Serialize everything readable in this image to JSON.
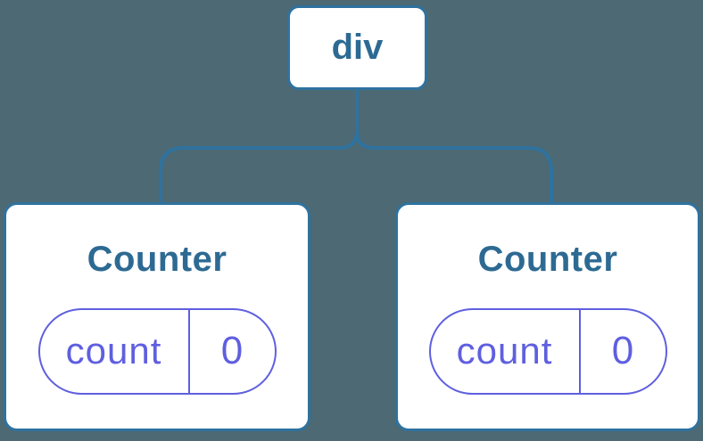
{
  "colors": {
    "background": "#4c6974",
    "node_border": "#2f729f",
    "connector": "#2f729f",
    "label_text": "#2d6a93",
    "state_purple": "#5f5fe0",
    "node_fill": "#ffffff"
  },
  "diagram": {
    "type": "component-tree",
    "root": {
      "label": "div"
    },
    "children": [
      {
        "title": "Counter",
        "state": {
          "key": "count",
          "value": "0"
        }
      },
      {
        "title": "Counter",
        "state": {
          "key": "count",
          "value": "0"
        }
      }
    ]
  }
}
